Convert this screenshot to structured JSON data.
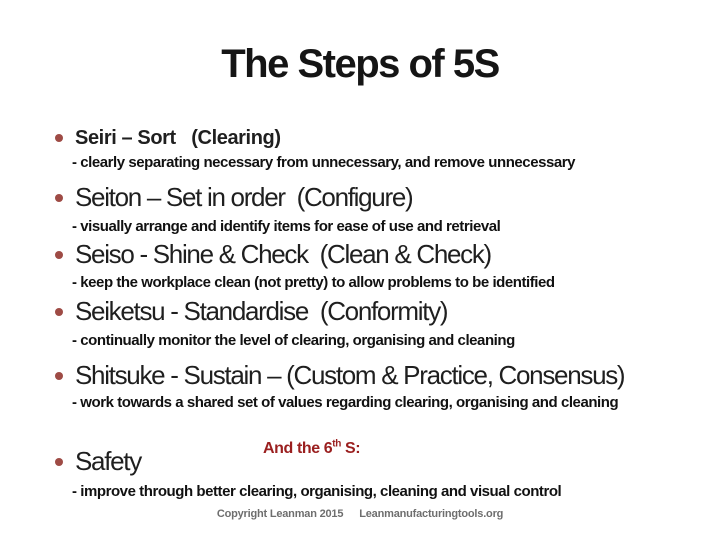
{
  "slide": {
    "title": "The Steps of 5S",
    "accent_bullet_color": "#9e4b45",
    "accent_red_color": "#9a1f1f",
    "items": [
      {
        "heading": "Seiri – Sort   (Clearing)",
        "detail": "- clearly separating necessary from unnecessary, and remove unnecessary"
      },
      {
        "heading": "Seiton – Set in order  (Configure)",
        "detail": "- visually arrange and identify items for ease of use and retrieval"
      },
      {
        "heading": "Seiso - Shine & Check  (Clean & Check)",
        "detail": "- keep the workplace clean (not pretty) to allow problems to be identified"
      },
      {
        "heading": "Seiketsu - Standardise  (Conformity)",
        "detail": "- continually monitor the level of clearing, organising and cleaning"
      },
      {
        "heading": "Shitsuke - Sustain – (Custom & Practice, Consensus)",
        "detail": "- work towards a shared set of values regarding clearing, organising and cleaning"
      },
      {
        "heading": "Safety",
        "detail": "- improve through better clearing, organising, cleaning and visual control"
      }
    ],
    "sixth_s_label": {
      "prefix": "And the 6",
      "sup": "th",
      "suffix": " S:"
    },
    "footer": {
      "copyright": "Copyright Leanman 2015",
      "site": "Leanmanufacturingtools.org"
    }
  }
}
